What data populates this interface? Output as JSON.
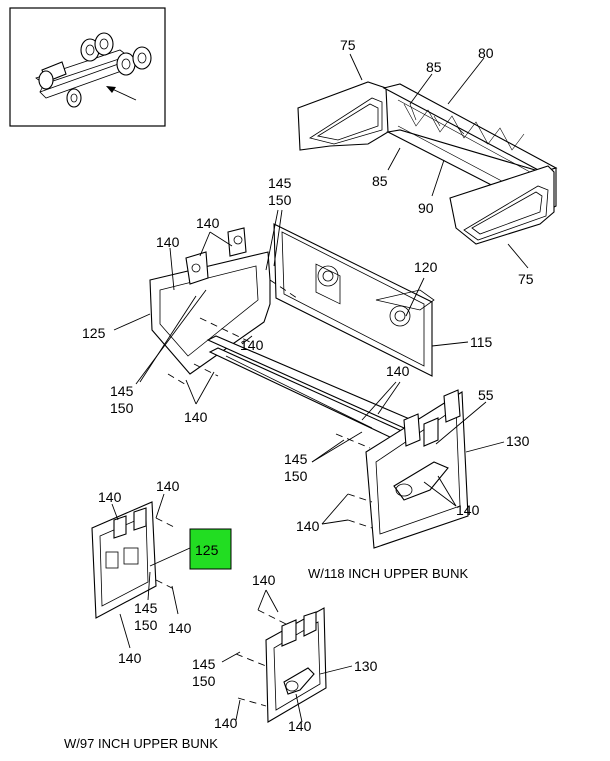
{
  "callouts": {
    "c75a": "75",
    "c85a": "85",
    "c80": "80",
    "c85b": "85",
    "c90": "90",
    "c75b": "75",
    "c145a": "145",
    "c150a": "150",
    "c140a": "140",
    "c140b": "140",
    "c120": "120",
    "c125a": "125",
    "c140c": "140",
    "c115": "115",
    "c145b": "145",
    "c150b": "150",
    "c140d": "140",
    "c140e": "140",
    "c55": "55",
    "c130a": "130",
    "c145c": "145",
    "c150c": "150",
    "c140f": "140",
    "c140g": "140",
    "c140h": "140",
    "c140i": "140",
    "c125b": "125",
    "c145d": "145",
    "c150d": "150",
    "c140j": "140",
    "c140k": "140",
    "c140l": "140",
    "c145e": "145",
    "c150e": "150",
    "c130b": "130",
    "c140m": "140",
    "c140n": "140"
  },
  "captions": {
    "upper_118": "W/118 INCH UPPER BUNK",
    "upper_97": "W/97 INCH UPPER BUNK"
  },
  "highlight": {
    "color": "#22dd22",
    "callout": "125"
  }
}
